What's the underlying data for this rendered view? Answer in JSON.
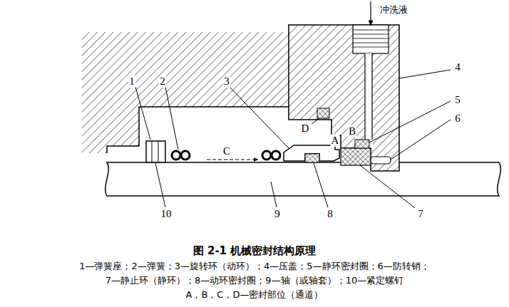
{
  "diagram": {
    "caption": "图 2-1 机械密封结构原理",
    "labels": [
      "1",
      "2",
      "3",
      "4",
      "5",
      "6",
      "7",
      "8",
      "9",
      "10",
      "A",
      "B",
      "C",
      "D",
      "冲洗液",
      "1—弹簧座；2—弹簧；3—旋转环（动环）；4—压盖；5—静环密封圈；6—防转销；",
      "7—静止环（静环）；8—动环密封圈；9—轴（或轴套）；10—紧定螺钉",
      "A，B，C，D—密封部位（通道）"
    ]
  }
}
